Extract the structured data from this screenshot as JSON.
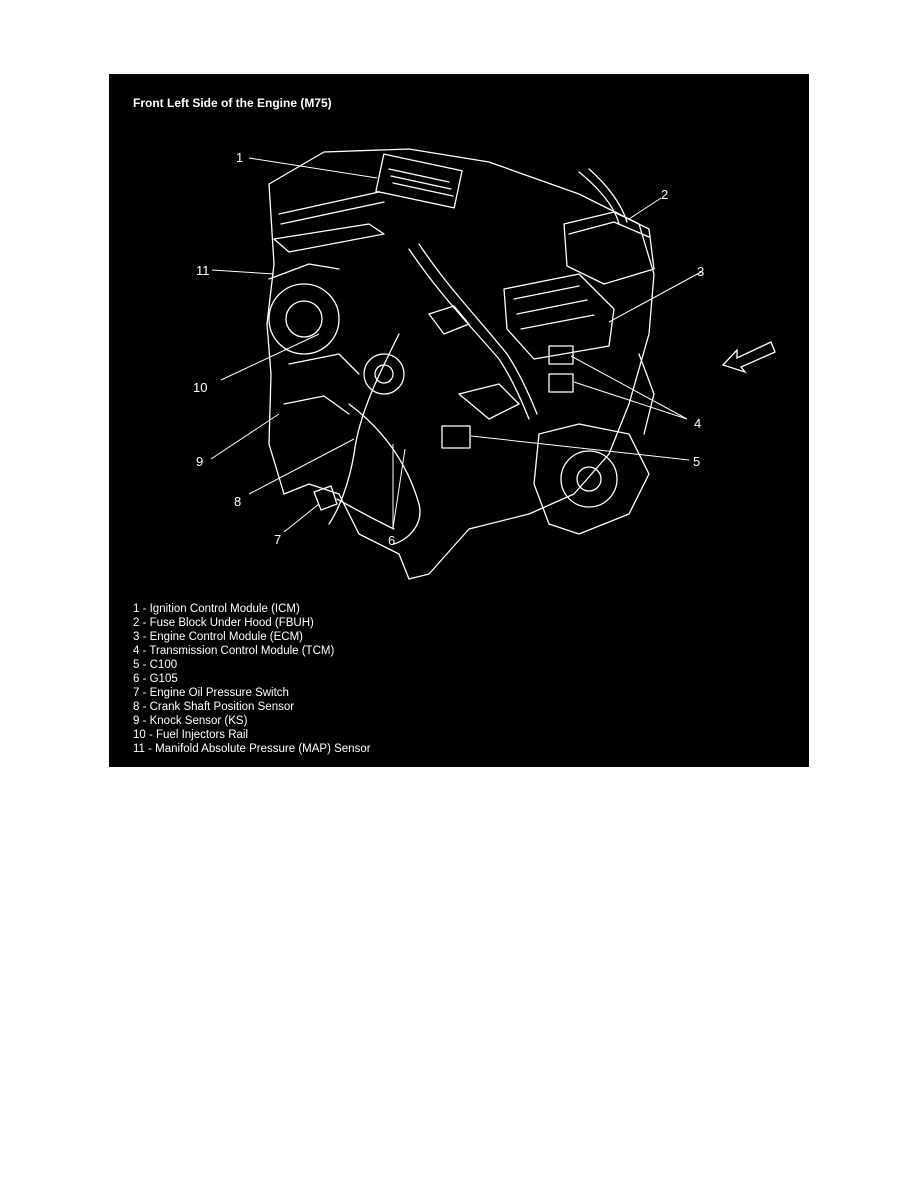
{
  "figure": {
    "title": "Front Left Side of the Engine (M75)",
    "background_color": "#000000",
    "line_color": "#ffffff",
    "callouts": [
      "1",
      "2",
      "3",
      "4",
      "5",
      "6",
      "7",
      "8",
      "9",
      "10",
      "11"
    ],
    "legend": [
      "1 - Ignition Control Module (ICM)",
      "2 - Fuse Block Under Hood (FBUH)",
      "3 - Engine Control Module (ECM)",
      "4 - Transmission Control Module (TCM)",
      "5 - C100",
      "6 - G105",
      "7 - Engine Oil Pressure Switch",
      "8 - Crank Shaft Position Sensor",
      "9 - Knock Sensor (KS)",
      "10 - Fuel Injectors Rail",
      "11 - Manifold Absolute Pressure (MAP) Sensor"
    ],
    "direction_icon": "front-arrow-icon"
  }
}
